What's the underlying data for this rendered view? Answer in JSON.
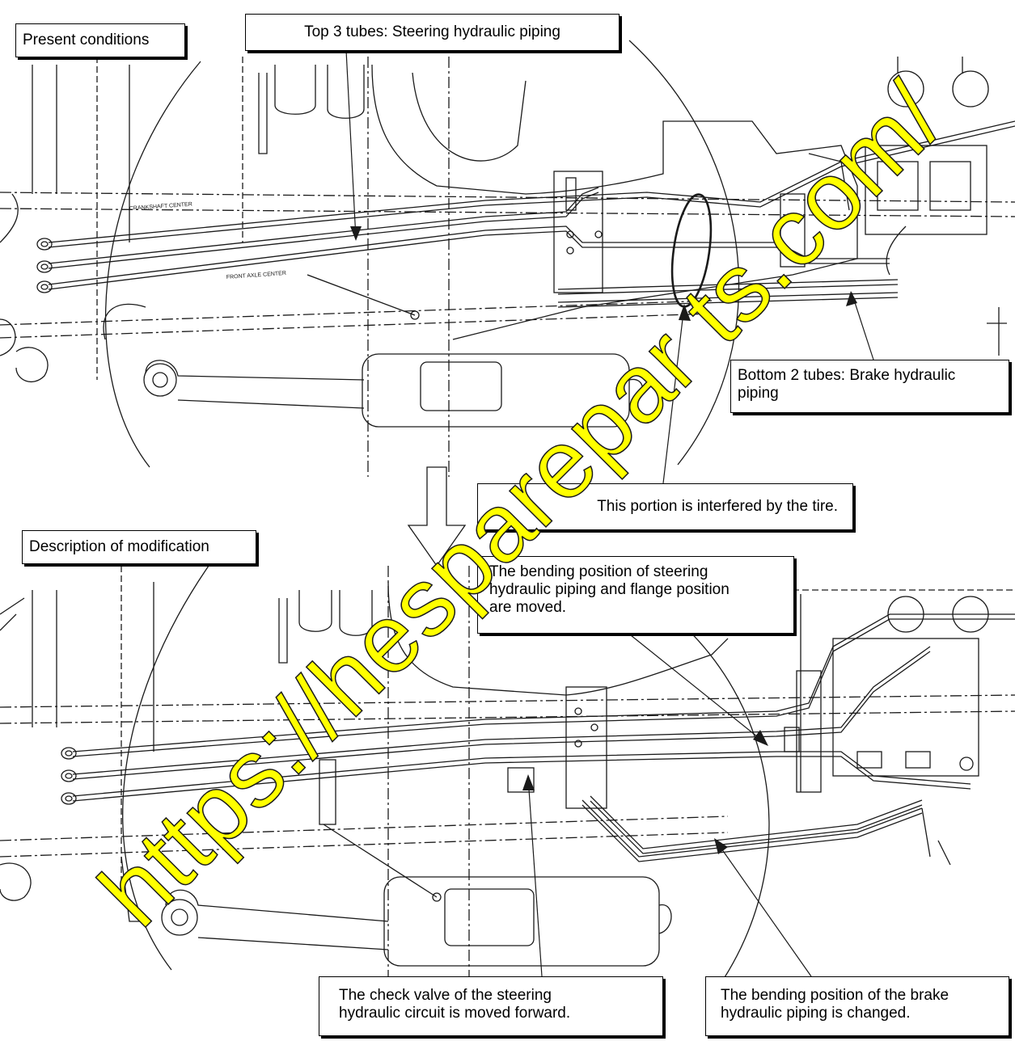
{
  "labels": {
    "present_conditions": "Present conditions",
    "top_tubes": "Top 3 tubes: Steering hydraulic piping",
    "bottom_tubes_line1": "Bottom 2 tubes: Brake hydraulic",
    "bottom_tubes_line2": "piping",
    "interference": "This portion is interfered by the tire.",
    "description": "Description of modification",
    "bending_steering_line1": "The bending position of steering",
    "bending_steering_line2": "hydraulic piping and flange position",
    "bending_steering_line3": "are moved.",
    "check_valve_line1": "The check valve of the steering",
    "check_valve_line2": "hydraulic circuit is moved forward.",
    "brake_bending_line1": "The bending position of the brake",
    "brake_bending_line2": "hydraulic piping is changed."
  },
  "drawing_text": {
    "crankshaft_center": "CRANKSHAFT CENTER",
    "front_axle_center": "FRONT AXLE CENTER"
  },
  "watermark": "https://hesparepar ts.com/",
  "colors": {
    "line": "#1a1a1a",
    "watermark_fill": "#ffff00"
  }
}
